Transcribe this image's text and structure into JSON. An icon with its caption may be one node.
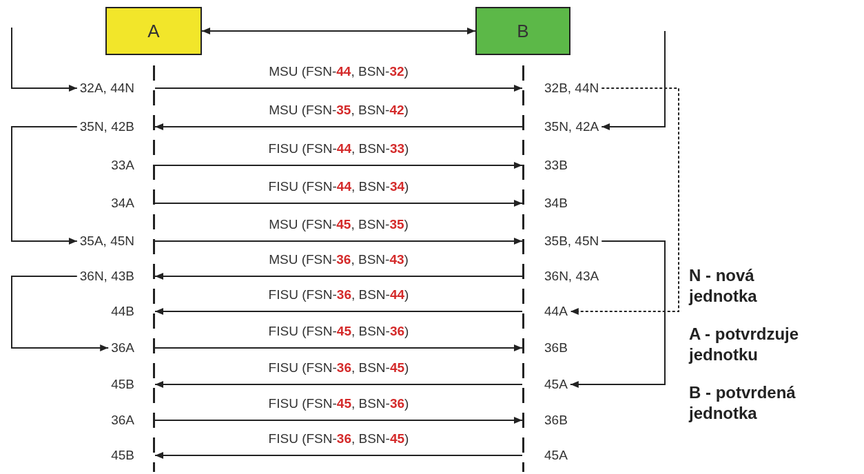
{
  "diagram": {
    "nodes": [
      {
        "text": [
          "A"
        ]
      },
      {
        "text": [
          "B"
        ]
      },
      {
        "text": [],
        "shape": "line"
      },
      {
        "text": [],
        "shape": "line"
      },
      {
        "text": [
          "32A, 44N"
        ]
      },
      {
        "text": [
          "32B, 44N"
        ]
      },
      {
        "text": [
          "35N, 42B"
        ]
      },
      {
        "text": [
          "35N, 42A"
        ]
      },
      {
        "text": [
          "33A"
        ]
      },
      {
        "text": [
          "33B"
        ]
      },
      {
        "text": [
          "34A"
        ]
      },
      {
        "text": [
          "34B"
        ]
      },
      {
        "text": [
          "35A, 45N"
        ]
      },
      {
        "text": [
          "35B, 45N"
        ]
      },
      {
        "text": [
          "36N, 43B"
        ]
      },
      {
        "text": [
          "36N, 43A"
        ]
      },
      {
        "text": [
          "44B"
        ]
      },
      {
        "text": [
          "44A"
        ]
      },
      {
        "text": [
          "36A"
        ]
      },
      {
        "text": [
          "36B"
        ]
      },
      {
        "text": [
          "45B"
        ]
      },
      {
        "text": [
          "45A"
        ]
      },
      {
        "text": [
          "36A"
        ]
      },
      {
        "text": [
          "36B"
        ]
      },
      {
        "text": [
          "45B"
        ]
      },
      {
        "text": [
          "45A"
        ]
      }
    ],
    "edges": [
      {
        "from": 0,
        "to": 1,
        "arrow": "both"
      },
      {
        "from": 2,
        "to": 3,
        "arrow": "to",
        "label": "MSU (FSN-**44**, BSN-**32**)"
      },
      {
        "from": 3,
        "to": 2,
        "arrow": "to",
        "label": "MSU (FSN-**35**, BSN-**42**)"
      },
      {
        "from": 2,
        "to": 3,
        "arrow": "to",
        "label": "FISU (FSN-**44**, BSN-**33**)"
      },
      {
        "from": 2,
        "to": 3,
        "arrow": "to",
        "label": "FISU (FSN-**44**, BSN-**34**)"
      },
      {
        "from": 2,
        "to": 3,
        "arrow": "to",
        "label": "MSU (FSN-**45**, BSN-**35**)"
      },
      {
        "from": 3,
        "to": 2,
        "arrow": "to",
        "label": "MSU (FSN-**36**, BSN-**43**)"
      },
      {
        "from": 3,
        "to": 2,
        "arrow": "to",
        "label": "FISU (FSN-**36**, BSN-**44**)"
      },
      {
        "from": 2,
        "to": 3,
        "arrow": "to",
        "label": "FISU (FSN-**45**, BSN-**36**)"
      },
      {
        "from": 3,
        "to": 2,
        "arrow": "to",
        "label": "FISU (FSN-**36**, BSN-**45**)"
      },
      {
        "from": 2,
        "to": 3,
        "arrow": "to",
        "label": "FISU (FSN-**45**, BSN-**36**)"
      },
      {
        "from": 3,
        "to": 2,
        "arrow": "to",
        "label": "FISU (FSN-**36**, BSN-**45**)"
      },
      {
        "from": null,
        "to": 4,
        "arrow": "to"
      },
      {
        "from": null,
        "to": 7,
        "arrow": "to"
      },
      {
        "from": 6,
        "to": 12,
        "arrow": "to"
      },
      {
        "from": 5,
        "to": 17,
        "arrow": "to",
        "style": "dashed"
      },
      {
        "from": 13,
        "to": 21,
        "arrow": "to"
      },
      {
        "from": 14,
        "to": 18,
        "arrow": "to"
      }
    ],
    "labels": [
      "N - nová jednotka",
      "A - potvrdzuje jednotku",
      "B - potvrdená jednotka"
    ]
  }
}
